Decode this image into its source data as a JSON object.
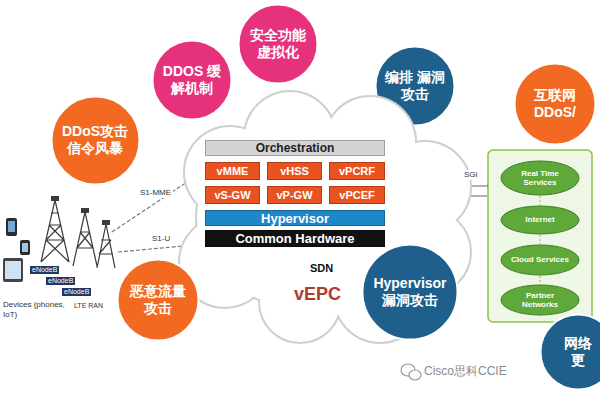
{
  "diagram": {
    "nodes": [
      {
        "text": [
          "安全功能 虚拟化"
        ]
      },
      {
        "text": [
          "DDOS 缓解机制"
        ]
      },
      {
        "text": [
          "编排 漏洞攻击"
        ]
      },
      {
        "text": [
          "互联网 DDoS/"
        ]
      },
      {
        "text": [
          "DDoS攻击 信令风暴"
        ]
      },
      {
        "text": [
          "SDN",
          "vEPC"
        ]
      },
      {
        "text": [
          "Orchestration"
        ],
        "in": 5
      },
      {
        "text": [
          "vMME"
        ],
        "in": 5
      },
      {
        "text": [
          "vHSS"
        ],
        "in": 5
      },
      {
        "text": [
          "vPCRF"
        ],
        "in": 5
      },
      {
        "text": [
          "vS-GW"
        ],
        "in": 5
      },
      {
        "text": [
          "vP-GW"
        ],
        "in": 5
      },
      {
        "text": [
          "vPCEF"
        ],
        "in": 5
      },
      {
        "text": [
          "Hypervisor"
        ],
        "in": 5
      },
      {
        "text": [
          "Common Hardware"
        ],
        "in": 5
      },
      {
        "text": [
          "恶意流量 攻击"
        ]
      },
      {
        "text": [
          "Hypervisor 漏洞攻击"
        ]
      },
      {
        "text": [
          "Real Time Services"
        ]
      },
      {
        "text": [
          "Internet"
        ]
      },
      {
        "text": [
          "Cloud Services"
        ]
      },
      {
        "text": [
          "Partner Networks"
        ]
      },
      {
        "text": [
          "网络 更"
        ]
      }
    ],
    "labels": [
      "S1-MME",
      "S1-U",
      "SGi",
      "eNodeB",
      "eNodeB",
      "eNodeB",
      "LTE RAN",
      "Devices (phones, IoT)",
      "Cisco思科CCIE"
    ]
  }
}
